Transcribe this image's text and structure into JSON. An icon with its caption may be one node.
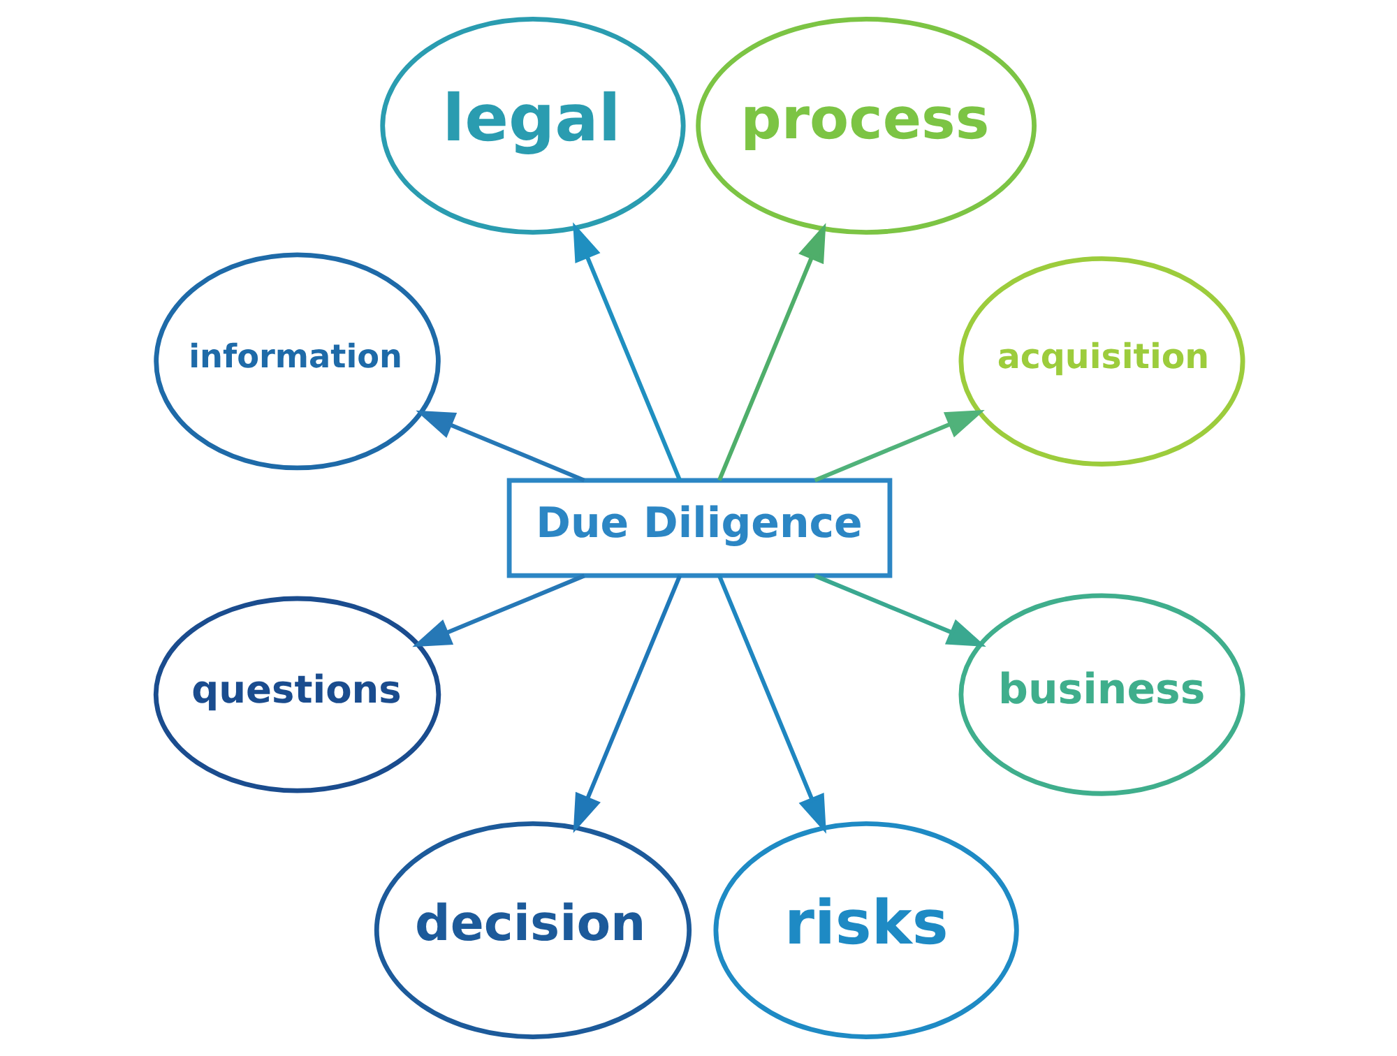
{
  "diagram": {
    "nodes": [
      {
        "text": [
          "legal"
        ]
      },
      {
        "text": [
          "process"
        ]
      },
      {
        "text": [
          "information"
        ]
      },
      {
        "text": [
          "acquisition"
        ]
      },
      {
        "text": [
          "Due Diligence"
        ]
      },
      {
        "text": [
          "business"
        ]
      },
      {
        "text": [
          "questions"
        ]
      },
      {
        "text": [
          "decision"
        ]
      },
      {
        "text": [
          "risks"
        ]
      }
    ],
    "edges": [
      {
        "from": 4,
        "to": 0,
        "arrow": "to",
        "color": "#1f8fc0"
      },
      {
        "from": 4,
        "to": 1,
        "arrow": "to",
        "color": "#4fae6a"
      },
      {
        "from": 4,
        "to": 3,
        "arrow": "to",
        "color": "#50b27a"
      },
      {
        "from": 4,
        "to": 5,
        "arrow": "to",
        "color": "#3aa890"
      },
      {
        "from": 4,
        "to": 8,
        "arrow": "to",
        "color": "#1f86c0"
      },
      {
        "from": 4,
        "to": 7,
        "arrow": "to",
        "color": "#1f78b8"
      },
      {
        "from": 4,
        "to": 6,
        "arrow": "to",
        "color": "#2678b6"
      },
      {
        "from": 4,
        "to": 2,
        "arrow": "to",
        "color": "#2678b6"
      }
    ]
  }
}
